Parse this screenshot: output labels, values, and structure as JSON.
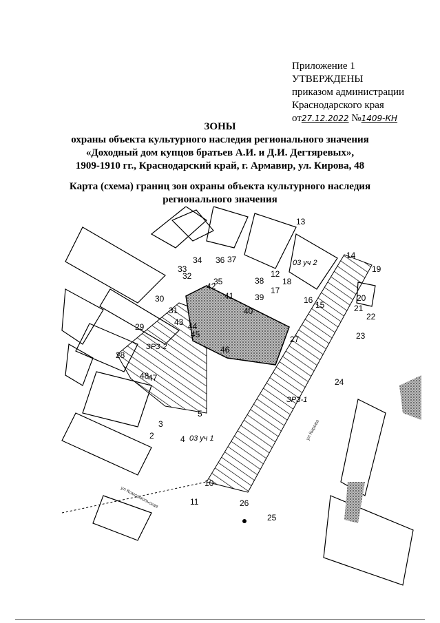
{
  "appendix": "Приложение 1",
  "approval": {
    "heading": "УТВЕРЖДЕНЫ",
    "line1": "приказом администрации",
    "line2": "Краснодарского края",
    "date_prefix": "от",
    "date": "27.12.2022",
    "number_prefix": "№",
    "number": "1409-КН"
  },
  "title": {
    "main": "ЗОНЫ",
    "line1": "охраны объекта культурного наследия регионального значения",
    "line2": "«Доходный дом купцов братьев А.И. и Д.И. Дегтяревых»,",
    "line3": "1909-1910 гг., Краснодарский край, г. Армавир, ул. Кирова, 48"
  },
  "map_title": {
    "line1": "Карта (схема) границ зон охраны объекта культурного наследия",
    "line2": "регионального значения"
  },
  "map": {
    "zone_labels": [
      "ЗРЗ-1",
      "ЗРЗ-2"
    ],
    "area_labels": [
      "03 уч 2",
      "03 уч 1"
    ],
    "streets": [
      "ул Комсомольская",
      "ул Кирова"
    ],
    "points": [
      "2",
      "3",
      "4",
      "5",
      "10",
      "11",
      "12",
      "13",
      "14",
      "15",
      "16",
      "17",
      "18",
      "19",
      "20",
      "21",
      "22",
      "23",
      "24",
      "25",
      "26",
      "27",
      "28",
      "29",
      "30",
      "31",
      "32",
      "33",
      "34",
      "35",
      "36",
      "37",
      "38",
      "39",
      "40",
      "41",
      "42",
      "43",
      "44",
      "45",
      "46",
      "47",
      "48"
    ],
    "colors": {
      "ink": "#000000",
      "object_fill": "#8a8a8a"
    }
  }
}
